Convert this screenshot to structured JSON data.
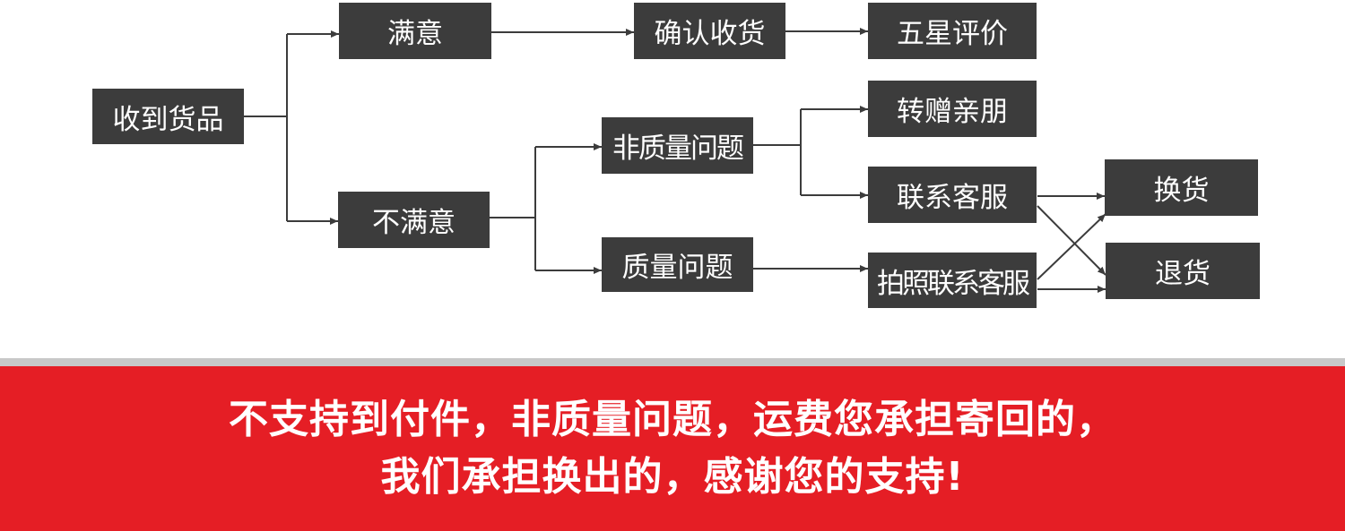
{
  "colors": {
    "node_bg": "#3c3c3c",
    "node_text": "#ffffff",
    "line": "#3c3c3c",
    "banner_bg": "#e51e25",
    "banner_stripe": "#c8c8c8",
    "banner_text": "#ffffff"
  },
  "nodes": {
    "received": "收到货品",
    "satisfied": "满意",
    "confirm": "确认收货",
    "five_star": "五星评价",
    "unsatisfied": "不满意",
    "non_quality": "非质量问题",
    "quality": "质量问题",
    "gift": "转赠亲朋",
    "contact_service": "联系客服",
    "photo_contact": "拍照联系客服",
    "exchange": "换货",
    "return": "退货"
  },
  "banner": {
    "line1": "不支持到付件，非质量问题，运费您承担寄回的，",
    "line2": "我们承担换出的，感谢您的支持!"
  }
}
